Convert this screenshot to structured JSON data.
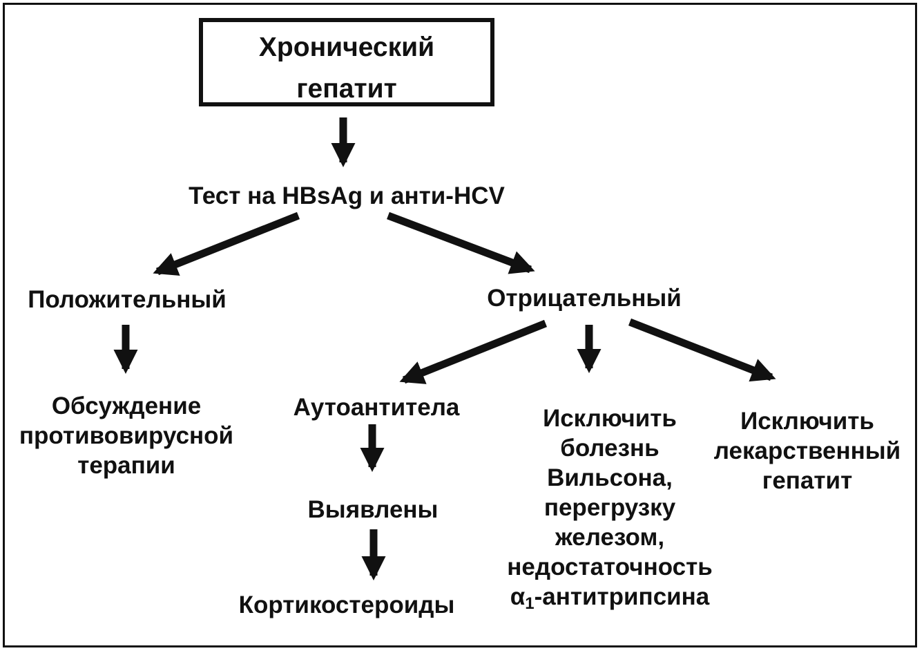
{
  "root": {
    "line1": "Хронический",
    "line2": "гепатит"
  },
  "test": "Тест на HBsAg и анти-HCV",
  "positive": "Положительный",
  "negative": "Отрицательный",
  "antiviral": {
    "line1": "Обсуждение",
    "line2": "противовирусной",
    "line3": "терапии"
  },
  "autoantibodies": "Аутоантитела",
  "detected": "Выявлены",
  "corticosteroids": "Кортикостероиды",
  "wilson": {
    "line1": "Исключить",
    "line2": "болезнь",
    "line3": "Вильсона,",
    "line4": "перегрузку",
    "line5": "железом,",
    "line6": "недостаточность",
    "line7_symbol": "α",
    "line7_sub": "1",
    "line7_rest": "-антитрипсина"
  },
  "drug": {
    "line1": "Исключить",
    "line2": "лекарственный",
    "line3": "гепатит"
  }
}
